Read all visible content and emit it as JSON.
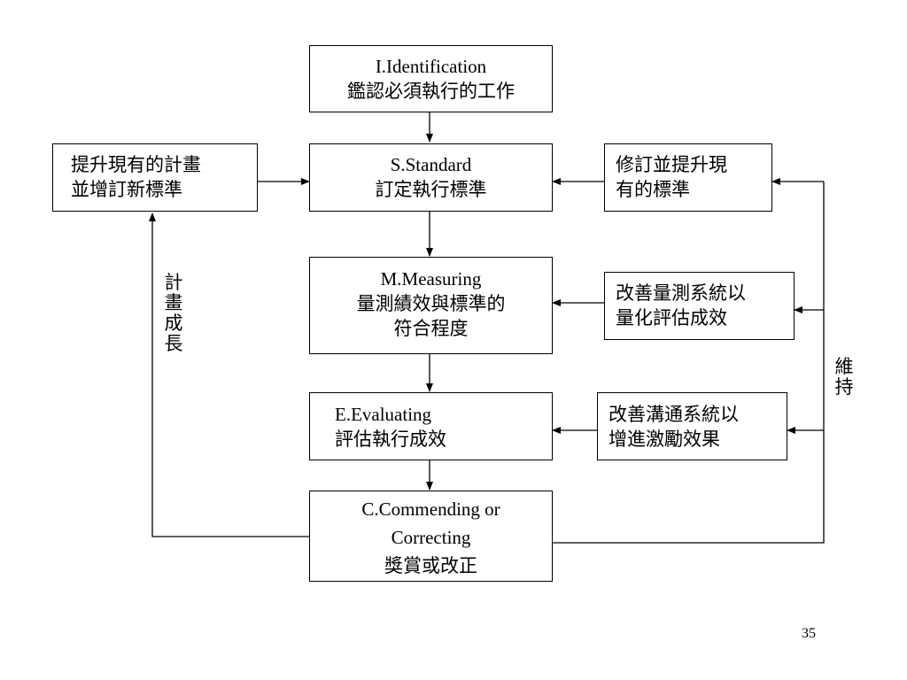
{
  "boxes": {
    "identification": {
      "title": "I.Identification",
      "subtitle": "鑑認必須執行的工作"
    },
    "standard": {
      "title": "S.Standard",
      "subtitle": "訂定執行標準"
    },
    "measuring": {
      "title": "M.Measuring",
      "line2": "量測績效與標準的",
      "line3": "符合程度"
    },
    "evaluating": {
      "title": "E.Evaluating",
      "subtitle": "評估執行成效"
    },
    "commending": {
      "line1": "C.Commending or",
      "line2": "Correcting",
      "line3": "獎賞或改正"
    },
    "left_plan": {
      "line1": "提升現有的計畫",
      "line2": "並增訂新標準"
    },
    "right_revise": {
      "line1": "修訂並提升現",
      "line2": "有的標準"
    },
    "right_measure": {
      "line1": "改善量測系統以",
      "line2": "量化評估成效"
    },
    "right_comm": {
      "line1": "改善溝通系統以",
      "line2": "增進激勵效果"
    }
  },
  "labels": {
    "plan_growth": "計畫成長",
    "maintain": "維持"
  },
  "page_number": "35",
  "colors": {
    "line": "#000000",
    "background": "#ffffff"
  }
}
